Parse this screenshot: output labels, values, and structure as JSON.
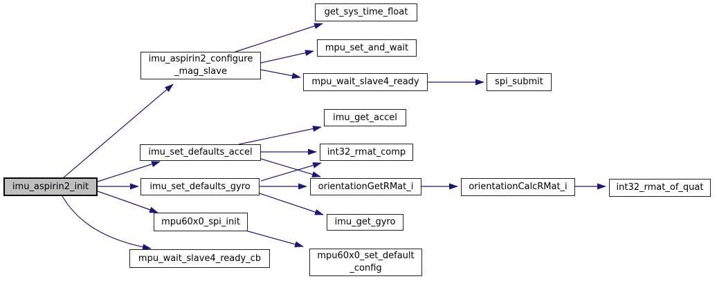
{
  "diagram": {
    "type": "call-graph",
    "colors": {
      "edge": "#191970",
      "node_border": "#1f1f1f",
      "node_fill": "#ffffff",
      "highlight_fill": "#bfbfbf",
      "text": "#000000"
    },
    "nodes": [
      {
        "id": "imu_aspirin2_init",
        "label": "imu_aspirin2_init",
        "highlighted": true
      },
      {
        "id": "imu_aspirin2_configure_mag_slave",
        "label": "imu_aspirin2_configure\n_mag_slave",
        "highlighted": false
      },
      {
        "id": "get_sys_time_float",
        "label": "get_sys_time_float",
        "highlighted": false
      },
      {
        "id": "mpu_set_and_wait",
        "label": "mpu_set_and_wait",
        "highlighted": false
      },
      {
        "id": "mpu_wait_slave4_ready",
        "label": "mpu_wait_slave4_ready",
        "highlighted": false
      },
      {
        "id": "spi_submit",
        "label": "spi_submit",
        "highlighted": false
      },
      {
        "id": "imu_get_accel",
        "label": "imu_get_accel",
        "highlighted": false
      },
      {
        "id": "imu_set_defaults_accel",
        "label": "imu_set_defaults_accel",
        "highlighted": false
      },
      {
        "id": "int32_rmat_comp",
        "label": "int32_rmat_comp",
        "highlighted": false
      },
      {
        "id": "imu_set_defaults_gyro",
        "label": "imu_set_defaults_gyro",
        "highlighted": false
      },
      {
        "id": "orientationGetRMat_i",
        "label": "orientationGetRMat_i",
        "highlighted": false
      },
      {
        "id": "orientationCalcRMat_i",
        "label": "orientationCalcRMat_i",
        "highlighted": false
      },
      {
        "id": "int32_rmat_of_quat",
        "label": "int32_rmat_of_quat",
        "highlighted": false
      },
      {
        "id": "mpu60x0_spi_init",
        "label": "mpu60x0_spi_init",
        "highlighted": false
      },
      {
        "id": "imu_get_gyro",
        "label": "imu_get_gyro",
        "highlighted": false
      },
      {
        "id": "mpu_wait_slave4_ready_cb",
        "label": "mpu_wait_slave4_ready_cb",
        "highlighted": false
      },
      {
        "id": "mpu60x0_set_default_config",
        "label": "mpu60x0_set_default\n_config",
        "highlighted": false
      }
    ],
    "edges": [
      {
        "from": "imu_aspirin2_init",
        "to": "imu_aspirin2_configure_mag_slave"
      },
      {
        "from": "imu_aspirin2_init",
        "to": "imu_set_defaults_accel"
      },
      {
        "from": "imu_aspirin2_init",
        "to": "imu_set_defaults_gyro"
      },
      {
        "from": "imu_aspirin2_init",
        "to": "mpu60x0_spi_init"
      },
      {
        "from": "imu_aspirin2_init",
        "to": "mpu_wait_slave4_ready_cb"
      },
      {
        "from": "imu_aspirin2_configure_mag_slave",
        "to": "get_sys_time_float"
      },
      {
        "from": "imu_aspirin2_configure_mag_slave",
        "to": "mpu_set_and_wait"
      },
      {
        "from": "imu_aspirin2_configure_mag_slave",
        "to": "mpu_wait_slave4_ready"
      },
      {
        "from": "mpu_wait_slave4_ready",
        "to": "spi_submit"
      },
      {
        "from": "imu_set_defaults_accel",
        "to": "imu_get_accel"
      },
      {
        "from": "imu_set_defaults_accel",
        "to": "int32_rmat_comp"
      },
      {
        "from": "imu_set_defaults_accel",
        "to": "orientationGetRMat_i"
      },
      {
        "from": "imu_set_defaults_gyro",
        "to": "int32_rmat_comp"
      },
      {
        "from": "imu_set_defaults_gyro",
        "to": "orientationGetRMat_i"
      },
      {
        "from": "imu_set_defaults_gyro",
        "to": "imu_get_gyro"
      },
      {
        "from": "orientationGetRMat_i",
        "to": "orientationCalcRMat_i"
      },
      {
        "from": "orientationCalcRMat_i",
        "to": "int32_rmat_of_quat"
      },
      {
        "from": "mpu60x0_spi_init",
        "to": "mpu60x0_set_default_config"
      }
    ]
  }
}
